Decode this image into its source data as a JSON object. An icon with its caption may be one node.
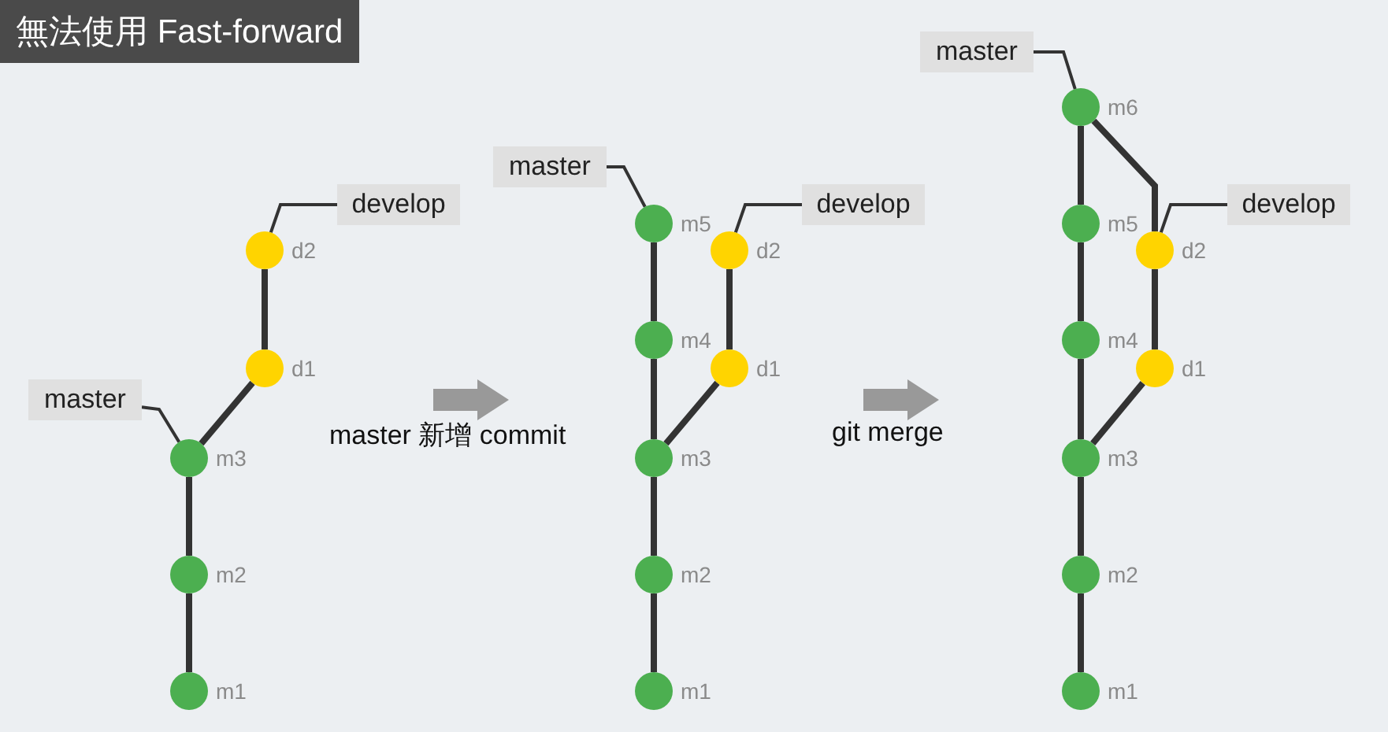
{
  "diagram": {
    "title": "無法使用 Fast-forward",
    "nodes": [
      {
        "text": [
          "master"
        ]
      },
      {
        "text": [
          "develop"
        ]
      },
      {
        "text": [],
        "shape": "circle",
        "beside": [
          "m1"
        ]
      },
      {
        "text": [],
        "shape": "circle",
        "beside": [
          "m2"
        ]
      },
      {
        "text": [],
        "shape": "circle",
        "beside": [
          "m3"
        ]
      },
      {
        "text": [],
        "shape": "circle",
        "beside": [
          "d1"
        ]
      },
      {
        "text": [],
        "shape": "circle",
        "beside": [
          "d2"
        ]
      },
      {
        "text": [
          "master"
        ]
      },
      {
        "text": [
          "develop"
        ]
      },
      {
        "text": [],
        "shape": "circle",
        "beside": [
          "m1"
        ]
      },
      {
        "text": [],
        "shape": "circle",
        "beside": [
          "m2"
        ]
      },
      {
        "text": [],
        "shape": "circle",
        "beside": [
          "m3"
        ]
      },
      {
        "text": [],
        "shape": "circle",
        "beside": [
          "m4"
        ]
      },
      {
        "text": [],
        "shape": "circle",
        "beside": [
          "m5"
        ]
      },
      {
        "text": [],
        "shape": "circle",
        "beside": [
          "d1"
        ]
      },
      {
        "text": [],
        "shape": "circle",
        "beside": [
          "d2"
        ]
      },
      {
        "text": [
          "master"
        ]
      },
      {
        "text": [
          "develop"
        ]
      },
      {
        "text": [],
        "shape": "circle",
        "beside": [
          "m1"
        ]
      },
      {
        "text": [],
        "shape": "circle",
        "beside": [
          "m2"
        ]
      },
      {
        "text": [],
        "shape": "circle",
        "beside": [
          "m3"
        ]
      },
      {
        "text": [],
        "shape": "circle",
        "beside": [
          "m4"
        ]
      },
      {
        "text": [],
        "shape": "circle",
        "beside": [
          "m5"
        ]
      },
      {
        "text": [],
        "shape": "circle",
        "beside": [
          "m6"
        ]
      },
      {
        "text": [],
        "shape": "circle",
        "beside": [
          "d1"
        ]
      },
      {
        "text": [],
        "shape": "circle",
        "beside": [
          "d2"
        ]
      }
    ],
    "edges": [
      {
        "from": 2,
        "to": 3,
        "arrow": "none"
      },
      {
        "from": 3,
        "to": 4,
        "arrow": "none"
      },
      {
        "from": 4,
        "to": 5,
        "arrow": "none"
      },
      {
        "from": 5,
        "to": 6,
        "arrow": "none"
      },
      {
        "from": 0,
        "to": 4,
        "arrow": "none"
      },
      {
        "from": 1,
        "to": 6,
        "arrow": "none"
      },
      {
        "from": 9,
        "to": 10,
        "arrow": "none"
      },
      {
        "from": 10,
        "to": 11,
        "arrow": "none"
      },
      {
        "from": 11,
        "to": 12,
        "arrow": "none"
      },
      {
        "from": 12,
        "to": 13,
        "arrow": "none"
      },
      {
        "from": 11,
        "to": 14,
        "arrow": "none"
      },
      {
        "from": 14,
        "to": 15,
        "arrow": "none"
      },
      {
        "from": 7,
        "to": 13,
        "arrow": "none"
      },
      {
        "from": 8,
        "to": 15,
        "arrow": "none"
      },
      {
        "from": 18,
        "to": 19,
        "arrow": "none"
      },
      {
        "from": 19,
        "to": 20,
        "arrow": "none"
      },
      {
        "from": 20,
        "to": 21,
        "arrow": "none"
      },
      {
        "from": 21,
        "to": 22,
        "arrow": "none"
      },
      {
        "from": 22,
        "to": 23,
        "arrow": "none"
      },
      {
        "from": 20,
        "to": 24,
        "arrow": "none"
      },
      {
        "from": 24,
        "to": 25,
        "arrow": "none"
      },
      {
        "from": 25,
        "to": 23,
        "arrow": "none"
      },
      {
        "from": 16,
        "to": 23,
        "arrow": "none"
      },
      {
        "from": 17,
        "to": 25,
        "arrow": "none"
      }
    ],
    "labels": [
      "master 新增 commit",
      "git merge"
    ]
  }
}
